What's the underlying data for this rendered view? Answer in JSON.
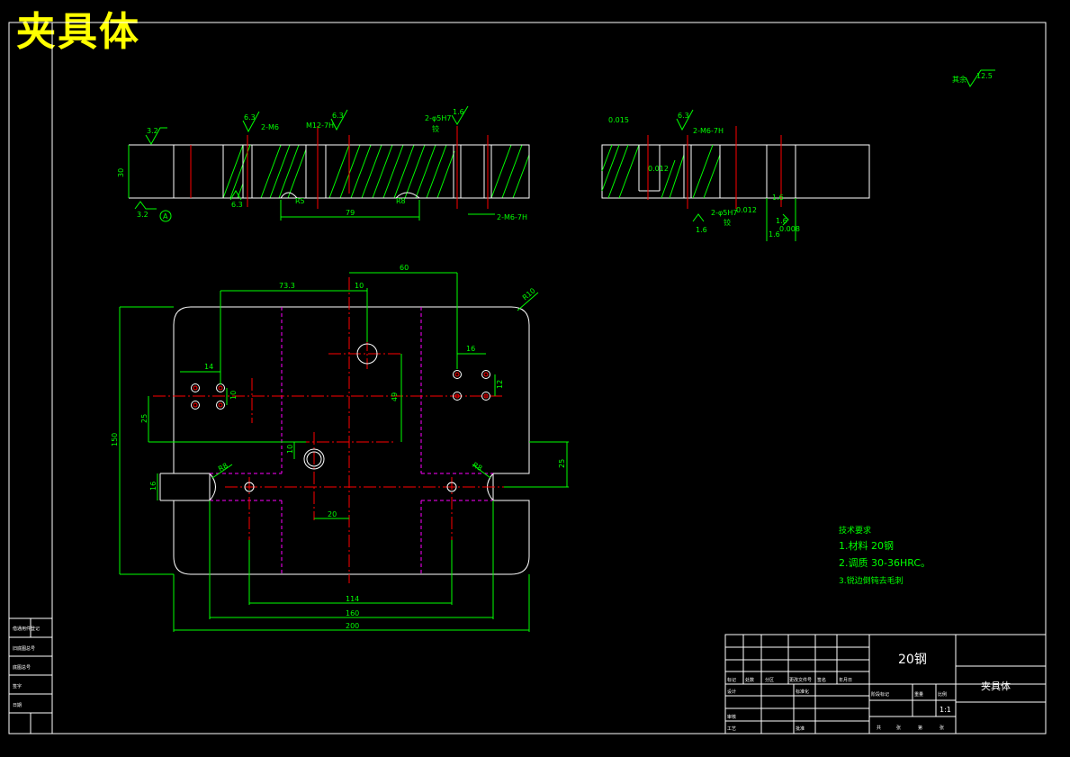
{
  "title": "夹具体",
  "roughness_note": {
    "label": "其余",
    "value": "12.5"
  },
  "dims": {
    "d60": "60",
    "d73_3": "73.3",
    "d10a": "10",
    "R10": "R10",
    "d14": "14",
    "d10b": "10",
    "d16a": "16",
    "d12": "12",
    "d49": "49",
    "d25a": "25",
    "d150": "150",
    "d10c": "10",
    "d25b": "25",
    "d16b": "16",
    "R8a": "R8",
    "R8b": "R8",
    "d20": "20",
    "d114": "114",
    "d160": "160",
    "d200": "200",
    "d30": "30",
    "d79": "79",
    "R5": "R5",
    "R8c": "R8",
    "ra32a": "3.2",
    "ra32b": "3.2",
    "ra63a": "6.3",
    "ra63b": "6.3",
    "ra63c": "6.3",
    "ra63d": "6.3",
    "ra16a": "1.6",
    "ra16b": "1.6",
    "ra16c": "1.6",
    "ra16d": "1.6",
    "ra16e": "1.6",
    "m6a": "2-M6",
    "m12": "M12-7H",
    "m6b": "2-M6-7H",
    "m6c": "2-M6-7H",
    "pin1": "2-φ5H7",
    "pin2": "2-φ5H7",
    "ream1": "铰",
    "ream2": "铰",
    "datumA": "A",
    "t1": "0.015",
    "t2": "0.012",
    "t3": "0.008",
    "t4": "0.012"
  },
  "requirements": {
    "heading": "技术要求",
    "items": [
      "1.材料 20钢",
      "2.调质 30-36HRC。",
      "3.锐边倒钝去毛刺"
    ]
  },
  "title_block": {
    "material": "20钢",
    "part_name": "夹具体",
    "scale": "1:1",
    "labels": {
      "mark": "标记",
      "count": "处数",
      "zone": "分区",
      "change_doc": "更改文件号",
      "sign": "签名",
      "date": "年月日",
      "design": "设计",
      "standardize": "标准化",
      "review": "审核",
      "process": "工艺",
      "approve": "批准",
      "stage_mark": "阶段标记",
      "weight": "重量",
      "scale_label": "比例",
      "sheets": "共",
      "sheet": "张",
      "of": "第",
      "sheet2": "张"
    }
  },
  "side_block": {
    "rows": [
      "借通用件登记",
      "旧底图总号",
      "底图总号",
      "签字",
      "日期"
    ]
  }
}
